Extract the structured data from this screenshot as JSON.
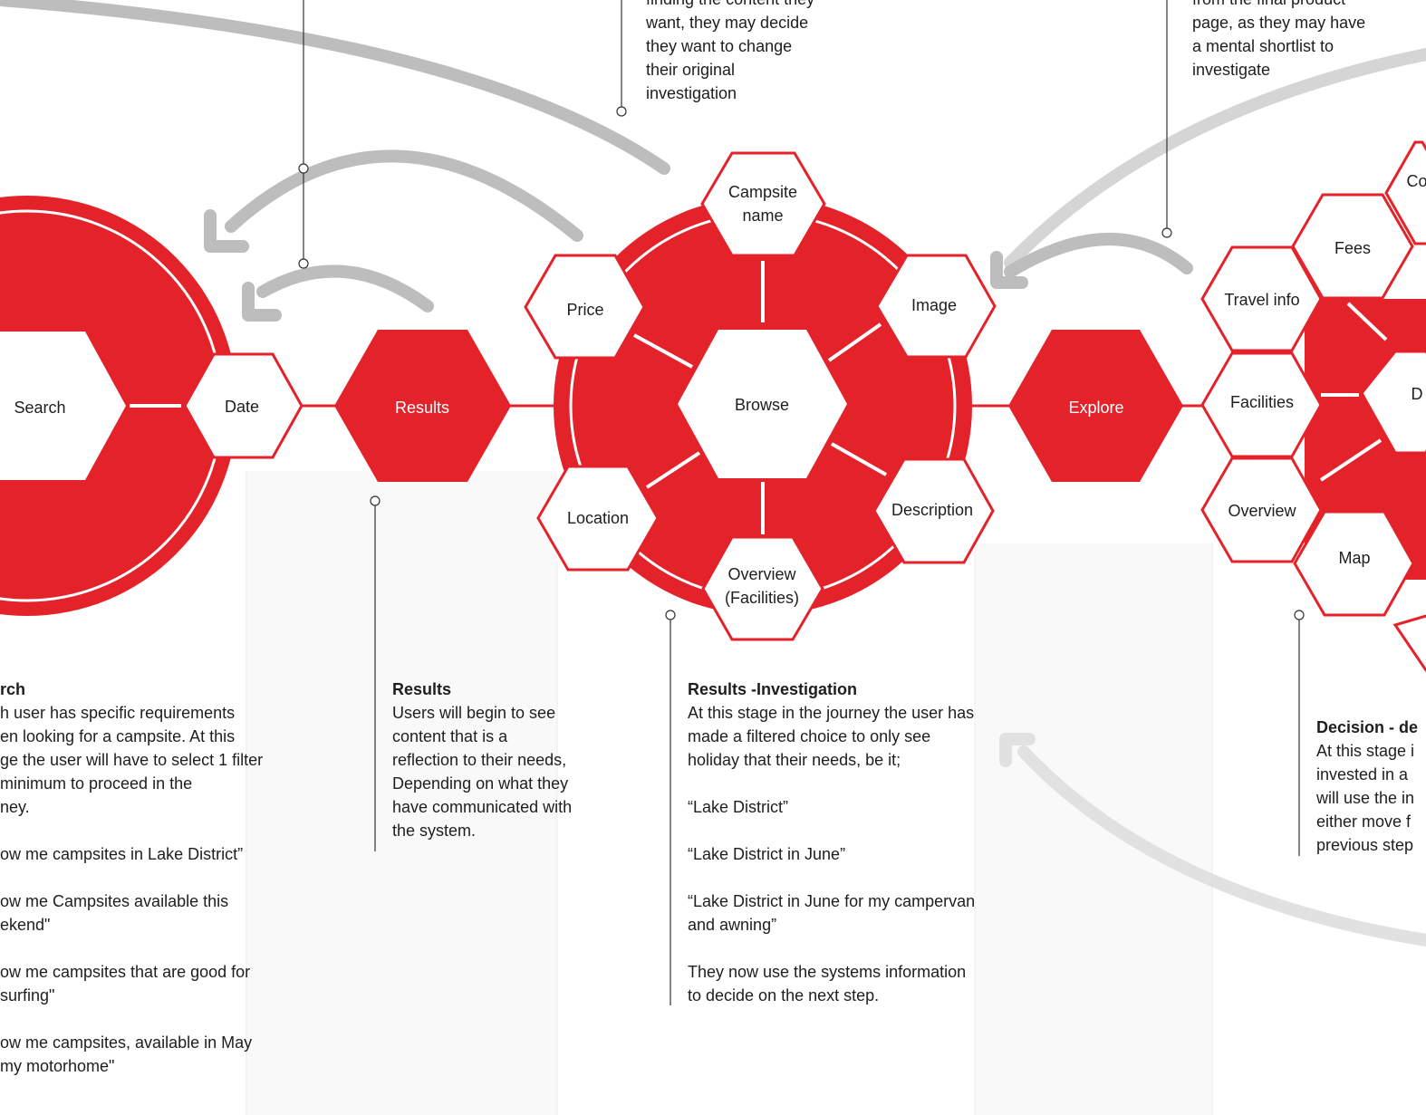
{
  "colors": {
    "accent": "#e3222a",
    "arrow": "#bdbdbd",
    "arrow_light": "#d9d9d9",
    "column": "#f8f8f8",
    "text": "#1e1e1e"
  },
  "nodes": {
    "search": "Search",
    "date": "Date",
    "results": "Results",
    "browse": "Browse",
    "campsite_name_1": "Campsite",
    "campsite_name_2": "name",
    "price": "Price",
    "image": "Image",
    "location": "Location",
    "description": "Description",
    "overview_facilities_1": "Overview",
    "overview_facilities_2": "(Facilities)",
    "explore": "Explore",
    "travel_info": "Travel info",
    "fees": "Fees",
    "facilities": "Facilities",
    "overview": "Overview",
    "map": "Map",
    "partial_top": "Co",
    "partial_mid": "D"
  },
  "top_notes": {
    "middle": [
      "finding the content they",
      "want, they may decide",
      "they want to change",
      "their original",
      "investigation"
    ],
    "right": [
      "from the final product",
      "page, as they may have",
      "a mental shortlist to",
      "investigate"
    ]
  },
  "notes": {
    "search": {
      "heading": "rch",
      "lines": [
        "h user has specific requirements",
        "en looking for a campsite. At this",
        "ge the user will have to select 1 filter",
        " minimum to proceed in the",
        "ney.",
        "",
        "ow me campsites in Lake District”",
        "",
        "ow me Campsites available this",
        "ekend\"",
        "",
        "ow me campsites that are good for",
        "surfing\"",
        "",
        "ow me campsites, available in May",
        "my motorhome\""
      ]
    },
    "results": {
      "heading": "Results",
      "lines": [
        "Users will begin to see",
        "content that is a",
        "reflection to their needs,",
        "Depending on what they",
        "have communicated with",
        "the system."
      ]
    },
    "investigation": {
      "heading": "Results -Investigation",
      "lines": [
        "At this stage in the journey the user has",
        "made a filtered choice to only see",
        "holiday that their needs, be it;",
        "",
        "“Lake District”",
        "",
        "“Lake District in June”",
        "",
        "“Lake District in June for my campervan",
        "and awning”",
        "",
        "They now use the systems information",
        "to decide on the next step."
      ]
    },
    "decision": {
      "heading": "Decision - de",
      "lines": [
        "At this stage i",
        "invested in a",
        "will use the in",
        "either move f",
        "previous step"
      ]
    }
  }
}
